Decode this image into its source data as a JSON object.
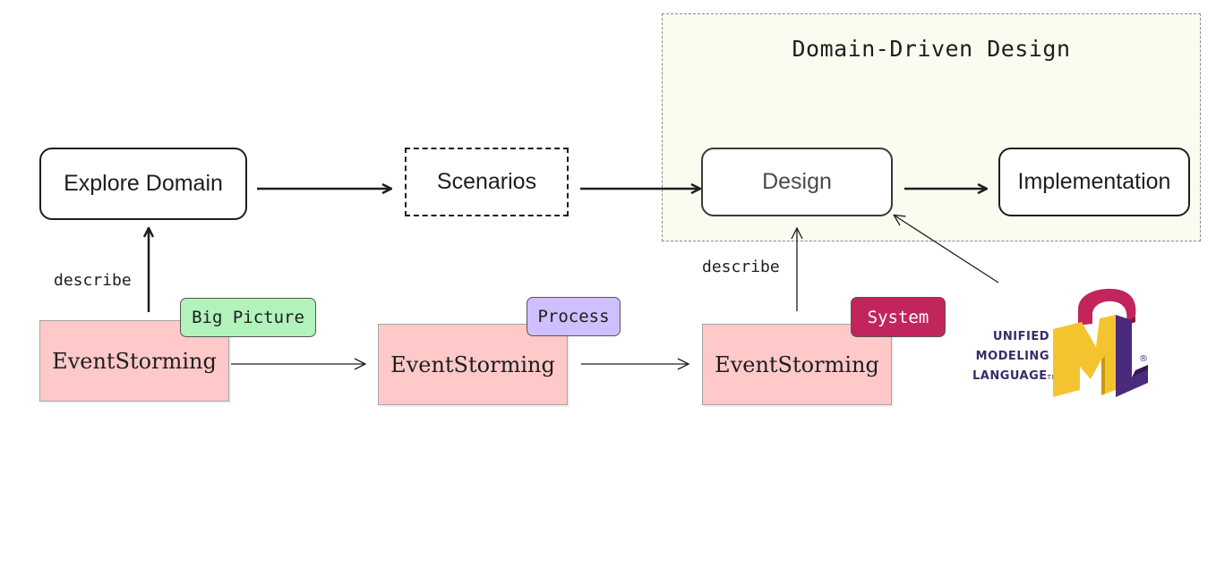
{
  "region": {
    "title": "Domain-Driven Design",
    "fill": "#fcfbf0"
  },
  "boxes": {
    "explore": "Explore Domain",
    "scenarios": "Scenarios",
    "design": "Design",
    "implementation": "Implementation"
  },
  "event_storming": [
    {
      "label": "EventStorming",
      "tag": "Big Picture",
      "tag_color": "#b2f2bb",
      "tag_text_color": "#1e1e1e"
    },
    {
      "label": "EventStorming",
      "tag": "Process",
      "tag_color": "#d0bfff",
      "tag_text_color": "#1e1e1e"
    },
    {
      "label": "EventStorming",
      "tag": "System",
      "tag_color": "#c2255c",
      "tag_text_color": "#ffffff"
    }
  ],
  "labels": {
    "describe_left": "describe",
    "describe_right": "describe"
  },
  "uml_logo": {
    "line1": "UNIFIED",
    "line2": "MODELING",
    "line3": "LANGUAGE",
    "tm": "TM",
    "registered": "®",
    "colors": {
      "u": "#c2255c",
      "m": "#f4c430",
      "l": "#4a2a7a",
      "text": "#3a2a6a"
    }
  },
  "colors": {
    "sticky": "#ffc9c9",
    "stroke": "#1e1e1e"
  }
}
